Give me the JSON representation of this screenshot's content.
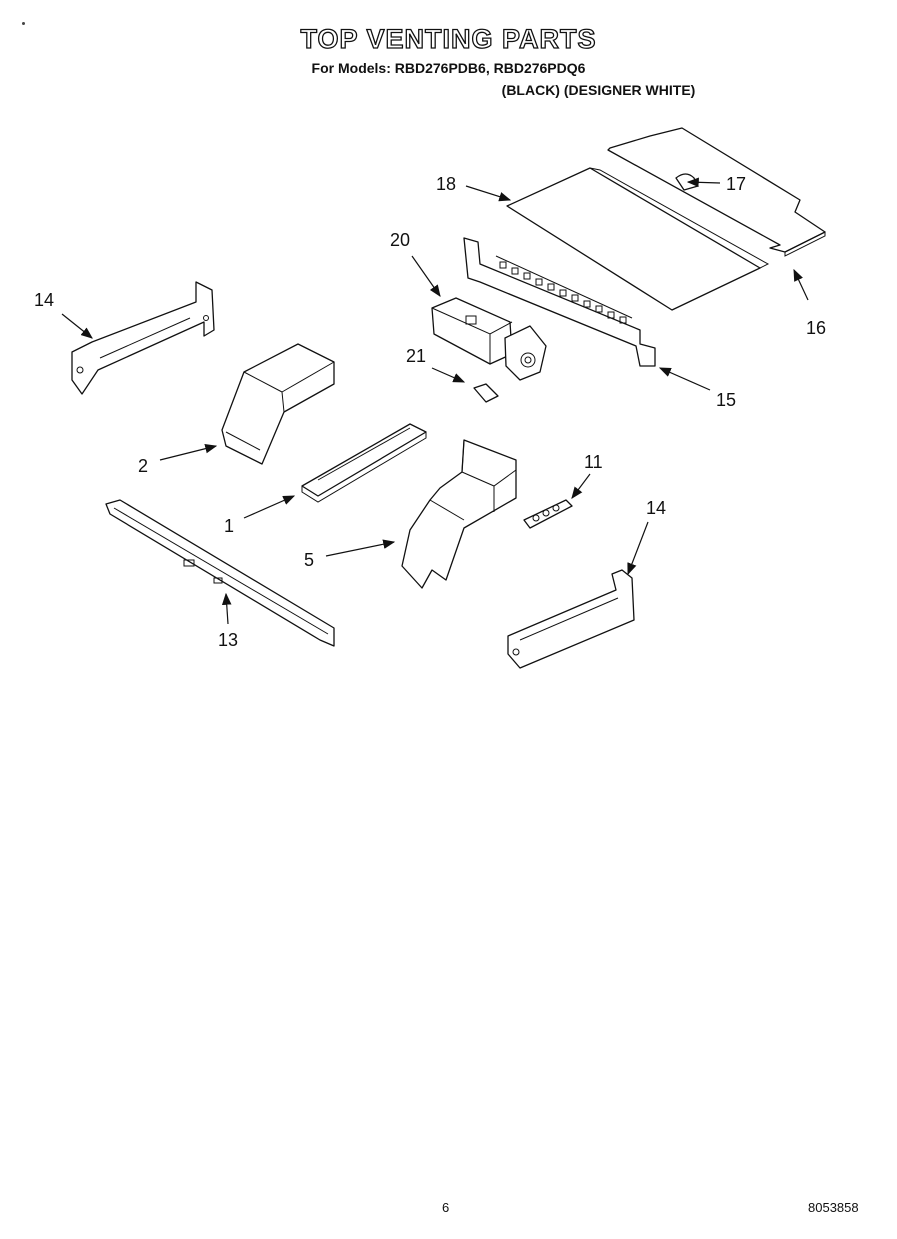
{
  "header": {
    "title": "TOP VENTING PARTS",
    "models_prefix": "For Models:",
    "model_1": "RBD276PDB6,",
    "model_2": "RBD276PDQ6",
    "finish_1": "(BLACK)",
    "finish_2": "(DESIGNER WHITE)"
  },
  "callouts": [
    "18",
    "17",
    "20",
    "16",
    "14",
    "15",
    "21",
    "2",
    "1",
    "11",
    "14",
    "5",
    "13"
  ],
  "footer": {
    "page_number": "6",
    "document_code": "8053858"
  }
}
